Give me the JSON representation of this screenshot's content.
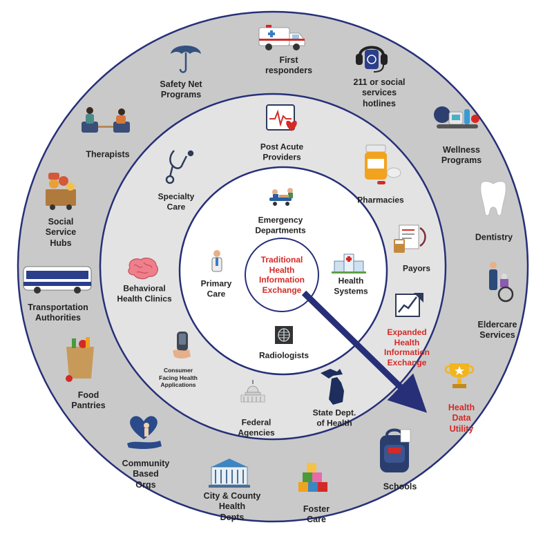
{
  "center": {
    "lines": [
      "Traditional",
      "Health",
      "Information",
      "Exchange"
    ]
  },
  "inner_ring": [
    {
      "key": "emergency",
      "lines": [
        "Emergency",
        "Departments"
      ],
      "icon": "ambulance-stretcher-icon"
    },
    {
      "key": "primary",
      "lines": [
        "Primary",
        "Care"
      ],
      "icon": "doctor-icon"
    },
    {
      "key": "systems",
      "lines": [
        "Health",
        "Systems"
      ],
      "icon": "hospital-building-icon"
    },
    {
      "key": "radiologists",
      "lines": [
        "Radiologists"
      ],
      "icon": "xray-icon"
    }
  ],
  "middle_ring": [
    {
      "key": "post-acute",
      "lines": [
        "Post Acute",
        "Providers"
      ],
      "icon": "heart-monitor-icon"
    },
    {
      "key": "specialty",
      "lines": [
        "Specialty",
        "Care"
      ],
      "icon": "stethoscope-icon"
    },
    {
      "key": "pharmacies",
      "lines": [
        "Pharmacies"
      ],
      "icon": "pill-bottle-icon"
    },
    {
      "key": "payors",
      "lines": [
        "Payors"
      ],
      "icon": "calculator-invoice-icon"
    },
    {
      "key": "behavioral",
      "lines": [
        "Behavioral",
        "Health Clinics"
      ],
      "icon": "brain-icon"
    },
    {
      "key": "expanded",
      "lines": [
        "Expanded",
        "Health",
        "Information",
        "Exchange"
      ],
      "icon": "growth-chart-icon"
    },
    {
      "key": "consumer",
      "lines": [
        "Consumer",
        "Facing Health",
        "Applications"
      ],
      "icon": "hand-phone-icon"
    },
    {
      "key": "federal",
      "lines": [
        "Federal",
        "Agencies"
      ],
      "icon": "capitol-icon"
    },
    {
      "key": "state",
      "lines": [
        "State Dept.",
        "of Health"
      ],
      "icon": "michigan-map-icon"
    }
  ],
  "outer_ring": [
    {
      "key": "first-responders",
      "lines": [
        "First",
        "responders"
      ],
      "icon": "ambulance-icon"
    },
    {
      "key": "safety-net",
      "lines": [
        "Safety Net",
        "Programs"
      ],
      "icon": "umbrella-icon"
    },
    {
      "key": "hotlines",
      "lines": [
        "211 or social",
        "services",
        "hotlines"
      ],
      "icon": "headset-phone-icon"
    },
    {
      "key": "therapists",
      "lines": [
        "Therapists"
      ],
      "icon": "therapy-session-icon"
    },
    {
      "key": "wellness",
      "lines": [
        "Wellness",
        "Programs"
      ],
      "icon": "wellness-items-icon"
    },
    {
      "key": "social-hubs",
      "lines": [
        "Social",
        "Service",
        "Hubs"
      ],
      "icon": "food-cart-icon"
    },
    {
      "key": "dentistry",
      "lines": [
        "Dentistry"
      ],
      "icon": "tooth-icon"
    },
    {
      "key": "transportation",
      "lines": [
        "Transportation",
        "Authorities"
      ],
      "icon": "bus-icon"
    },
    {
      "key": "eldercare",
      "lines": [
        "Eldercare",
        "Services"
      ],
      "icon": "wheelchair-icon"
    },
    {
      "key": "food-pantries",
      "lines": [
        "Food",
        "Pantries"
      ],
      "icon": "grocery-bag-icon"
    },
    {
      "key": "hdu",
      "lines": [
        "Health",
        "Data",
        "Utility"
      ],
      "icon": "trophy-icon"
    },
    {
      "key": "community",
      "lines": [
        "Community",
        "Based",
        "Orgs"
      ],
      "icon": "heart-hand-icon"
    },
    {
      "key": "schools",
      "lines": [
        "Schools"
      ],
      "icon": "backpack-icon"
    },
    {
      "key": "city-county",
      "lines": [
        "City & County",
        "Health",
        "Depts"
      ],
      "icon": "city-hall-icon"
    },
    {
      "key": "foster",
      "lines": [
        "Foster",
        "Care"
      ],
      "icon": "toy-blocks-icon"
    }
  ],
  "colors": {
    "ring_stroke": "#262f78",
    "outer_fill": "#c9c9c9",
    "middle_fill": "#e3e3e3",
    "inner_fill": "#ffffff",
    "arrow": "#262f78",
    "highlight_text": "#d42a26"
  }
}
